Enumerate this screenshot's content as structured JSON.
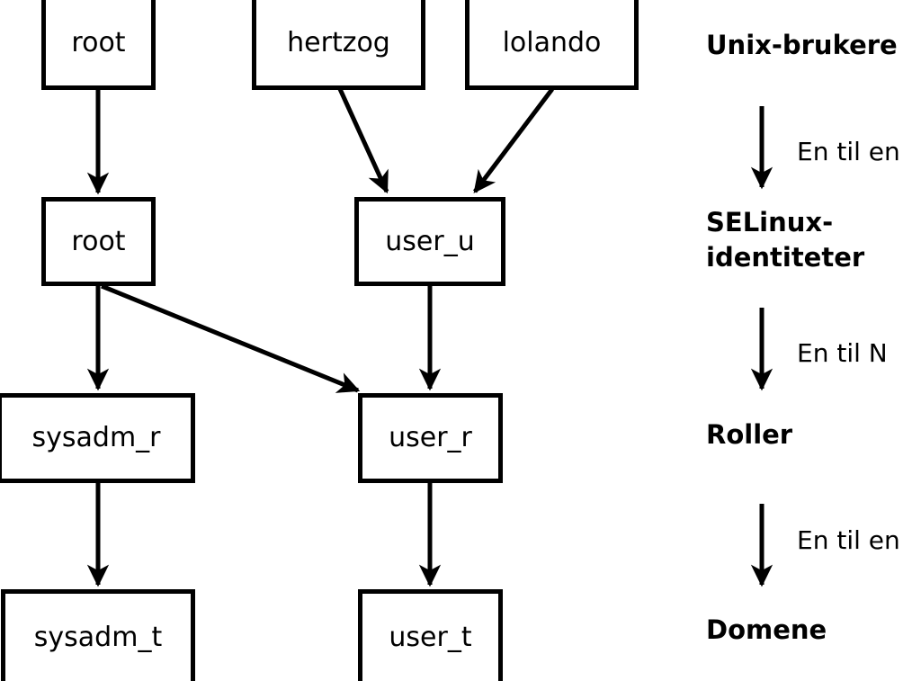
{
  "diagram": {
    "title_text": "",
    "line_color": "#000000",
    "box_fill": "#ffffff",
    "nodes": [
      {
        "id": "unix-root",
        "label": "root",
        "layer": "Unix-brukere"
      },
      {
        "id": "unix-hertzog",
        "label": "hertzog",
        "layer": "Unix-brukere"
      },
      {
        "id": "unix-lolando",
        "label": "lolando",
        "layer": "Unix-brukere"
      },
      {
        "id": "ident-root",
        "label": "root",
        "layer": "SELinux-identiteter"
      },
      {
        "id": "ident-user-u",
        "label": "user_u",
        "layer": "SELinux-identiteter"
      },
      {
        "id": "role-sysadm-r",
        "label": "sysadm_r",
        "layer": "Roller"
      },
      {
        "id": "role-user-r",
        "label": "user_r",
        "layer": "Roller"
      },
      {
        "id": "domain-sysadm-t",
        "label": "sysadm_t",
        "layer": "Domene"
      },
      {
        "id": "domain-user-t",
        "label": "user_t",
        "layer": "Domene"
      }
    ],
    "edges": [
      {
        "from": "unix-root",
        "to": "ident-root"
      },
      {
        "from": "unix-hertzog",
        "to": "ident-user-u"
      },
      {
        "from": "unix-lolando",
        "to": "ident-user-u"
      },
      {
        "from": "ident-root",
        "to": "role-sysadm-r"
      },
      {
        "from": "ident-root",
        "to": "role-user-r"
      },
      {
        "from": "ident-user-u",
        "to": "role-user-r"
      },
      {
        "from": "role-sysadm-r",
        "to": "domain-sysadm-t"
      },
      {
        "from": "role-user-r",
        "to": "domain-user-t"
      }
    ]
  },
  "legend": {
    "levels": [
      {
        "id": "unix-brukere",
        "line1": "Unix-brukere",
        "line2": ""
      },
      {
        "id": "selinux-identiteter",
        "line1": "SELinux-",
        "line2": "identiteter"
      },
      {
        "id": "roller",
        "line1": "Roller",
        "line2": ""
      },
      {
        "id": "domene",
        "line1": "Domene",
        "line2": ""
      }
    ],
    "relations": [
      {
        "id": "rel-1",
        "label": "En til en"
      },
      {
        "id": "rel-2",
        "label": "En til N"
      },
      {
        "id": "rel-3",
        "label": "En til en"
      }
    ]
  }
}
